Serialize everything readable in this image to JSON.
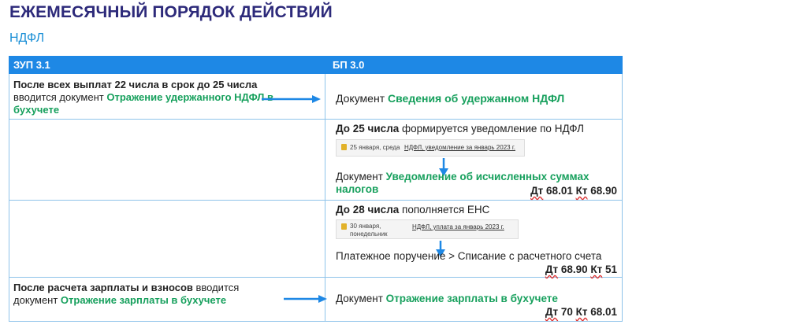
{
  "header": {
    "title": "ЕЖЕМЕСЯЧНЫЙ ПОРЯДОК ДЕЙСТВИЙ",
    "subtitle": "НДФЛ"
  },
  "table": {
    "col1_header": "ЗУП 3.1",
    "col2_header": "БП 3.0",
    "row1": {
      "left_b1": "После всех выплат 22 числа в срок до 25 числа",
      "left_t1": "вводится документ ",
      "left_g1": "Отражение удержанного НДФЛ в",
      "left_g2": "бухучете",
      "right_t1": "Документ ",
      "right_g1": "Сведения об удержанном НДФЛ"
    },
    "row2": {
      "right_b1": "До 25 числа",
      "right_t1": " формируется уведомление по НДФЛ",
      "snip_date": "25 января, среда",
      "snip_link": "НДФЛ, уведомление за январь 2023 г.",
      "right_t2": "Документ ",
      "right_g2": "Уведомление об исчисленных суммах налогов",
      "dt_label": "Дт",
      "dt_val": " 68.01 ",
      "kt_label": "Кт",
      "kt_val": " 68.90"
    },
    "row3": {
      "right_b1": "До 28 числа",
      "right_t1": " пополняется ЕНС",
      "snip_date1": "30 января,",
      "snip_date2": "понедельник",
      "snip_link": "НДФЛ, уплата за январь 2023 г.",
      "right_t2": "Платежное поручение > Списание с расчетного счета",
      "dt_label": "Дт",
      "dt_val": " 68.90 ",
      "kt_label": "Кт",
      "kt_val": " 51"
    },
    "row4": {
      "left_b1": "После расчета зарплаты и взносов",
      "left_t1": " вводится",
      "left_t2": "документ ",
      "left_g1": "Отражение зарплаты в бухучете",
      "right_t1": "Документ ",
      "right_g1": "Отражение зарплаты в бухучете",
      "dt_label": "Дт",
      "dt_val": " 70 ",
      "kt_label": "Кт",
      "kt_val": " 68.01"
    }
  },
  "colors": {
    "title": "#2d2a7a",
    "subtitle": "#1a8fd6",
    "header_bg": "#1e88e5",
    "accent_green": "#17a05d",
    "arrow": "#1e88e5"
  }
}
